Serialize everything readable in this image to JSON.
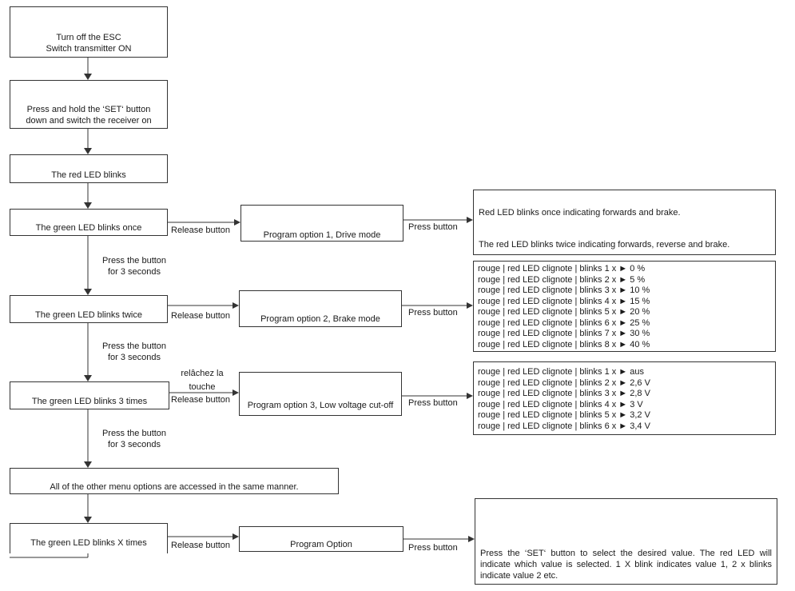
{
  "steps": {
    "step1_line1": "Turn off the ESC",
    "step1_line2": "Switch transmitter ON",
    "step2_line1": "Press and hold the ‘SET‘ button",
    "step2_line2": "down  and switch the receiver on",
    "step3": "The red LED blinks",
    "step4": "The green LED blinks once",
    "step5": "The green LED blinks twice",
    "step6": "The green LED blinks 3 times",
    "step7": "All of the other menu options are accessed in the same manner.",
    "step8": "The green LED blinks X times"
  },
  "labels": {
    "release_button": "Release button",
    "press_button": "Press button",
    "press_the_button": "Press the button",
    "for_3_seconds": "for 3 seconds",
    "relachez_la": "relâchez la",
    "touche": "touche"
  },
  "programs": {
    "opt1": "Program option 1, Drive mode",
    "opt2": "Program option 2, Brake mode",
    "opt3": "Program option 3, Low voltage cut-off",
    "optx": "Program Option"
  },
  "drive_mode": {
    "line1": "Red LED blinks once indicating forwards and brake.",
    "line2": "The red LED blinks twice indicating forwards, reverse and brake."
  },
  "brake_values": [
    "rouge | red LED clignote | blinks 1 x ► 0 %",
    "rouge | red LED clignote | blinks 2 x ► 5 %",
    "rouge | red LED clignote | blinks 3 x ► 10 %",
    "rouge | red LED clignote | blinks 4 x ► 15 %",
    "rouge | red LED clignote | blinks 5 x ► 20 %",
    "rouge | red LED clignote | blinks 6 x ► 25 %",
    "rouge | red LED clignote | blinks 7 x ► 30 %",
    "rouge | red LED clignote | blinks 8 x ► 40 %"
  ],
  "voltage_values": [
    "rouge | red LED clignote | blinks 1 x ► aus",
    "rouge | red LED clignote | blinks 2 x ► 2,6 V",
    "rouge | red LED clignote | blinks 3 x ► 2,8 V",
    "rouge | red LED clignote | blinks 4 x ► 3 V",
    "rouge | red LED clignote | blinks 5 x ► 3,2 V",
    "rouge | red LED clignote | blinks 6 x ► 3,4 V"
  ],
  "final_desc": "Press  the  ‘SET‘  button  to  select  the  desired  value.  The  red  LED  will indicate  which  value  is  selected.  1  X  blink  indicates  value  1,  2  x  blinks indicate value 2 etc."
}
